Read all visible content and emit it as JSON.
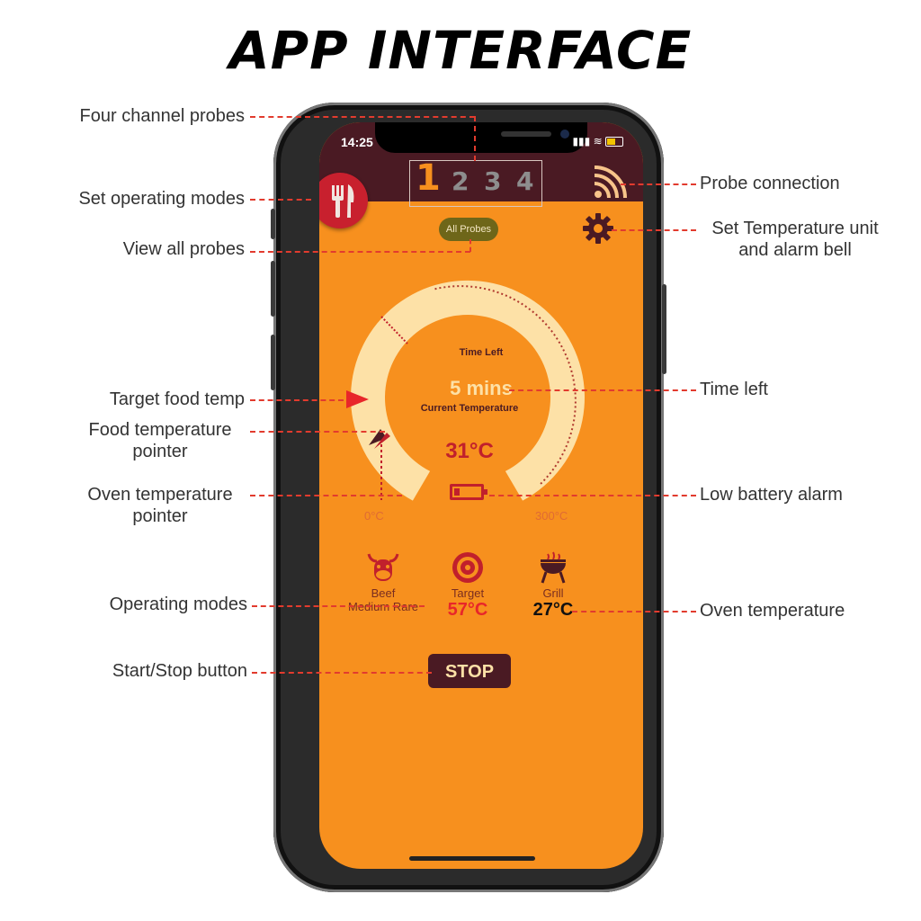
{
  "page_title": "APP INTERFACE",
  "annotations": {
    "four_channel": "Four channel probes",
    "set_modes": "Set operating modes",
    "view_all": "View all probes",
    "target_food": "Target food temp",
    "food_pointer": "Food temperature pointer",
    "oven_pointer": "Oven temperature pointer",
    "operating_modes": "Operating modes",
    "start_stop": "Start/Stop button",
    "probe_connection": "Probe connection",
    "set_unit": "Set Temperature unit and alarm bell",
    "time_left": "Time left",
    "low_battery": "Low battery alarm",
    "oven_temperature": "Oven temperature"
  },
  "status_bar": {
    "time": "14:25"
  },
  "probes": [
    "1",
    "2",
    "3",
    "4"
  ],
  "all_probes_button": "All Probes",
  "gauge": {
    "time_left_label": "Time Left",
    "time_left_value": "5 mins",
    "current_temp_label": "Current Temperature",
    "current_temp_value": "31°C",
    "min_label": "0°C",
    "max_label": "300°C"
  },
  "modes": [
    {
      "label": "Beef",
      "sub": "Medium Rare",
      "value": ""
    },
    {
      "label": "Target",
      "sub": "",
      "value": "57°C"
    },
    {
      "label": "Grill",
      "sub": "",
      "value": "27°C"
    }
  ],
  "stop_button": "STOP",
  "colors": {
    "screen": "#f7901e",
    "appbar": "#4a1a23",
    "accent_red": "#c1202c",
    "lead_line": "#e23b2e"
  }
}
